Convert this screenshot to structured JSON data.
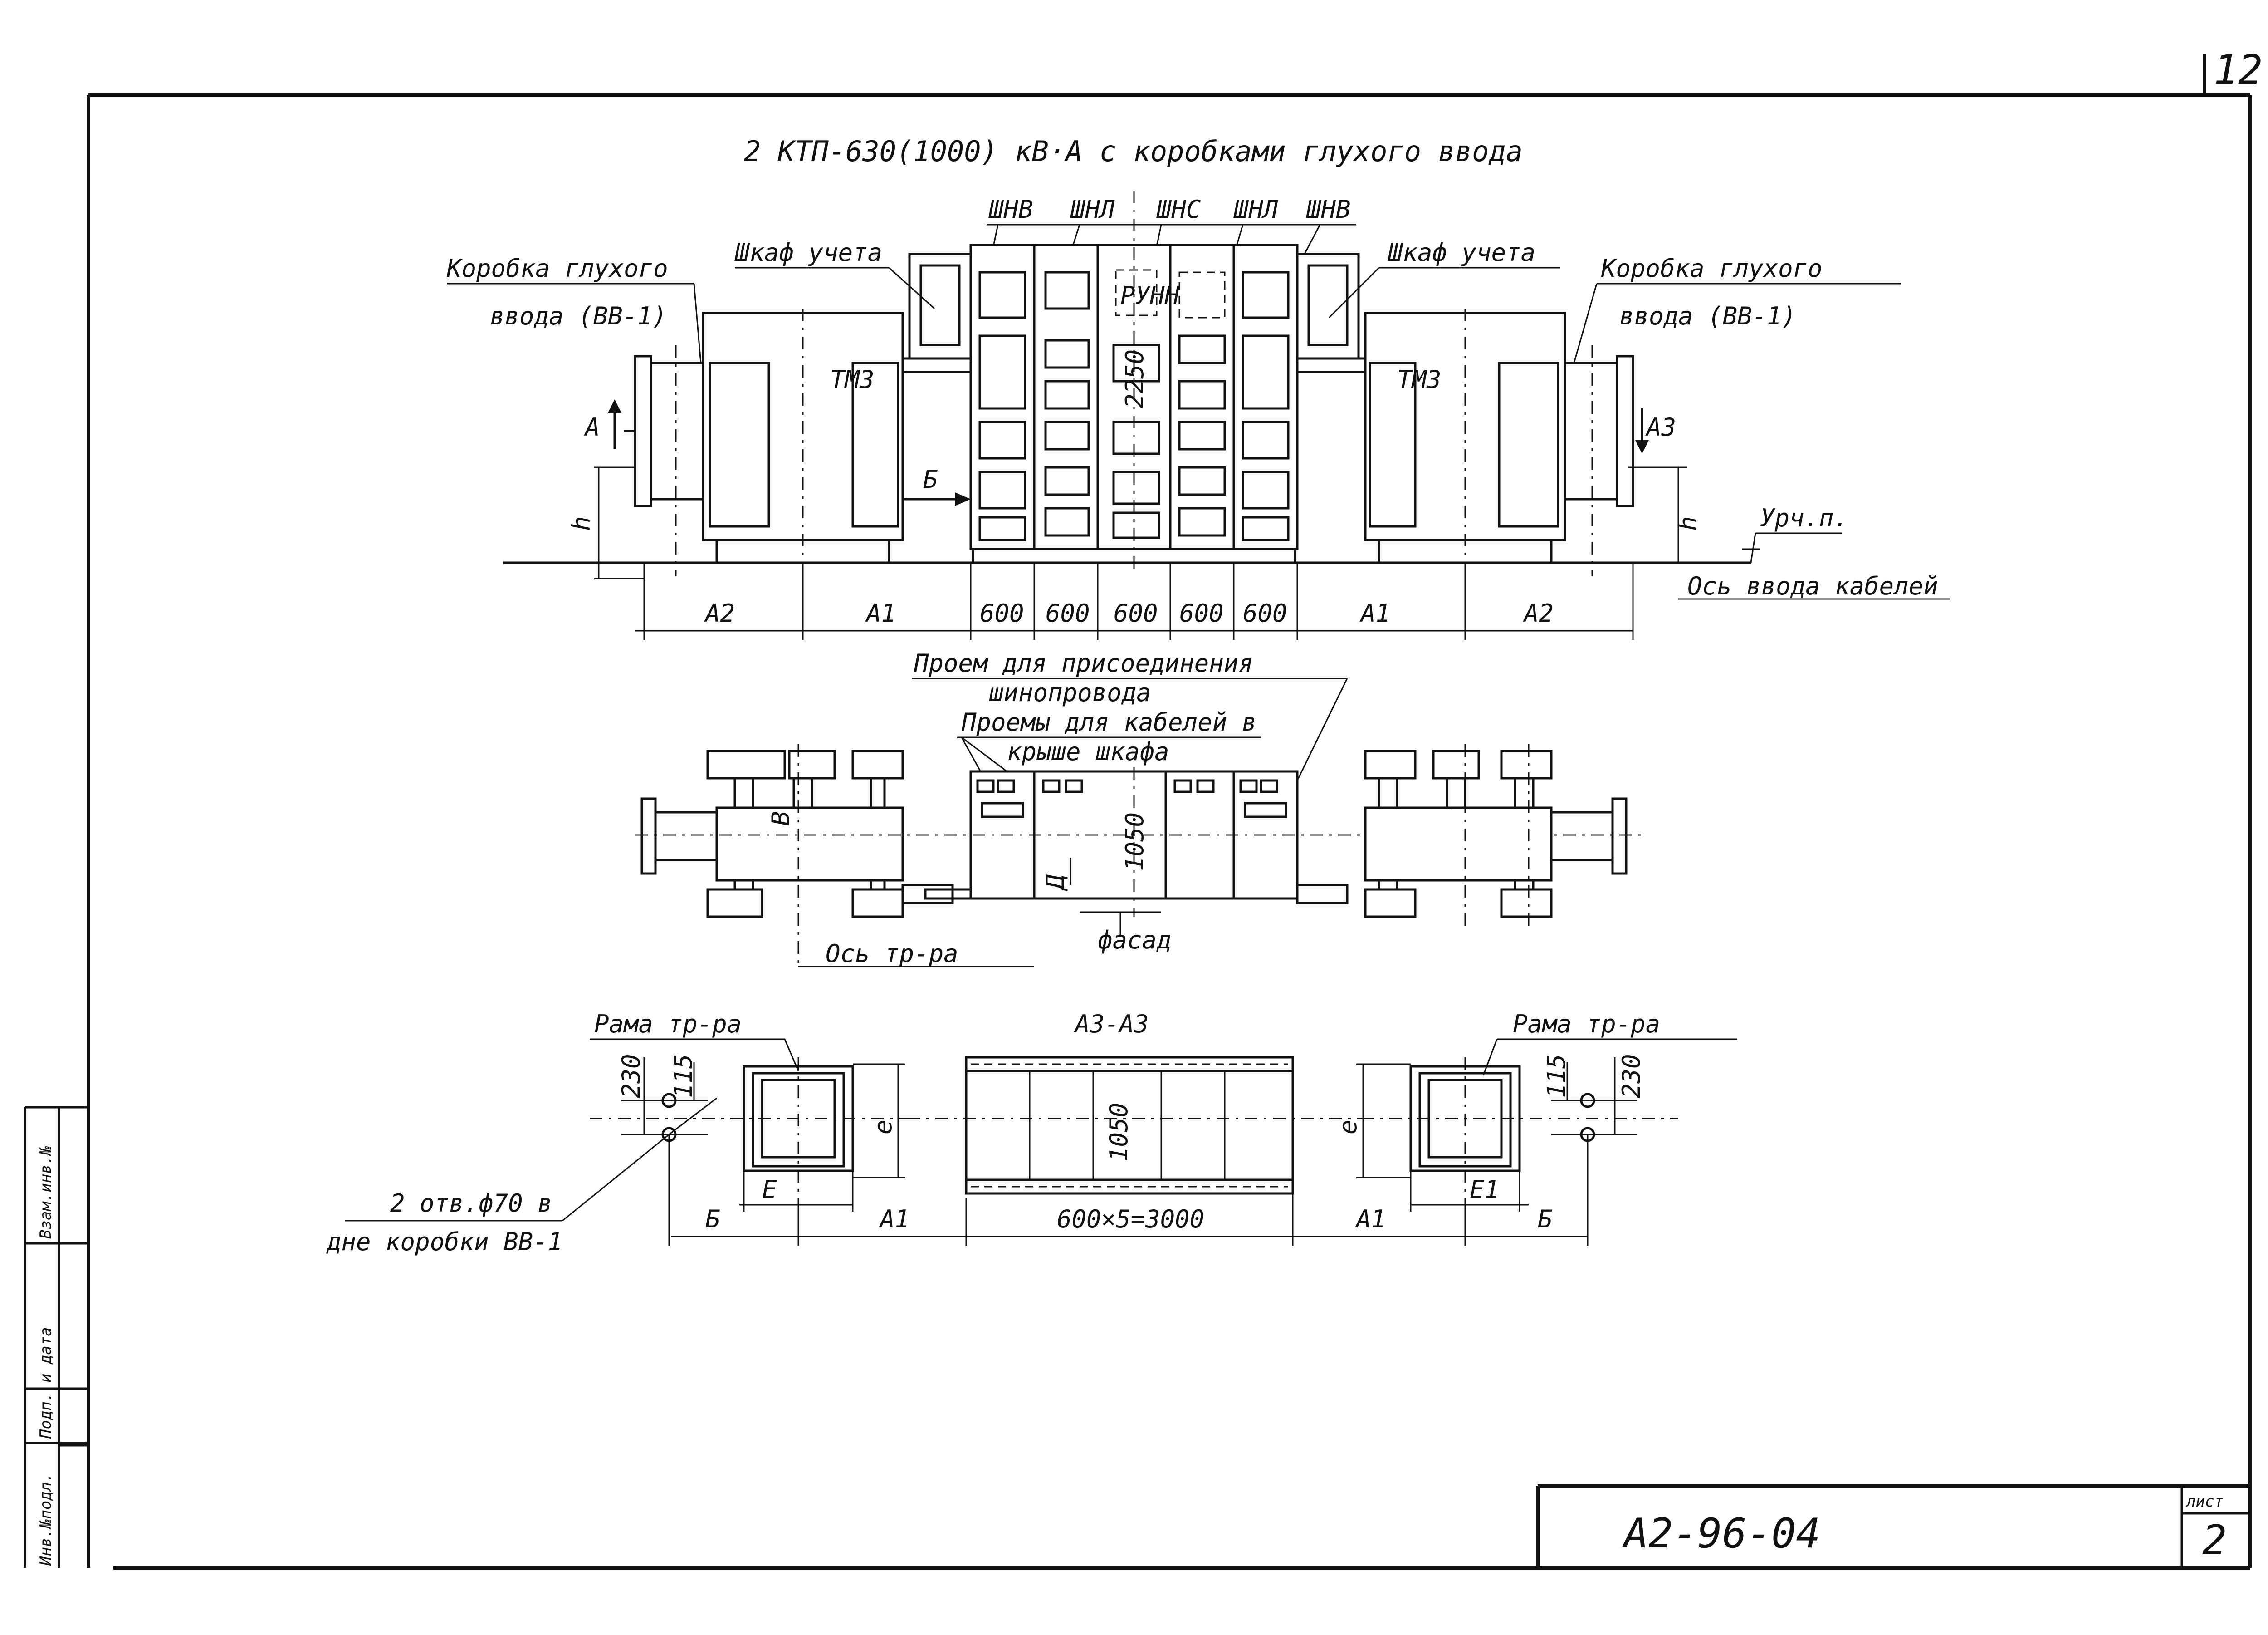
{
  "sheet": {
    "corner_number": "12",
    "title": "2 КТП-630(1000) кВ·А с коробками глухого ввода",
    "document_code": "А2-96-04",
    "sheet_label": "лист",
    "sheet_number": "2",
    "side_stamp": [
      "Инв.№подл.",
      "Подп. и дата",
      "Взам.инв.№"
    ]
  },
  "elevation": {
    "cabinet_labels": [
      "ШНВ",
      "ШНЛ",
      "ШНС",
      "ШНЛ",
      "ШНВ"
    ],
    "left_box_label": [
      "Коробка глухого",
      "ввода (ВВ-1)"
    ],
    "right_box_label": [
      "Коробка глухого",
      "ввода (ВВ-1)"
    ],
    "left_meter_label": "Шкаф учета",
    "right_meter_label": "Шкаф учета",
    "left_transformer_label": "ТМЗ",
    "right_transformer_label": "ТМЗ",
    "center_label": "РУНН",
    "height_label": "2250",
    "section_left": "А",
    "section_right": "А3",
    "view_arrow": "Б",
    "dim_left": "h",
    "dim_right": "h",
    "level_label": "Урч.п.",
    "cable_axis_label": "Ось ввода кабелей",
    "bottom_dims": [
      "А2",
      "А1",
      "600",
      "600",
      "600",
      "600",
      "600",
      "А1",
      "А2"
    ]
  },
  "plan": {
    "busway_opening": [
      "Проем для присоединения",
      "шинопровода"
    ],
    "cable_openings": [
      "Проемы для кабелей в",
      "крыше шкафа"
    ],
    "depth_label": "1050",
    "width_label": "В",
    "door_label": "Д",
    "facade_label": "фасад",
    "transformer_axis": "Ось тр-ра"
  },
  "section": {
    "title": "А3-А3",
    "left_frame": "Рама тр-ра",
    "right_frame": "Рама тр-ра",
    "dim_230": "230",
    "dim_115": "115",
    "dim_e": "е",
    "label_E": "Е",
    "label_E1": "Е1",
    "label_B": "Б",
    "label_A1": "А1",
    "center_depth": "1050",
    "center_width": "600×5=3000",
    "holes_note": [
      "2 отв.ф70 в",
      "дне коробки ВВ-1"
    ]
  }
}
